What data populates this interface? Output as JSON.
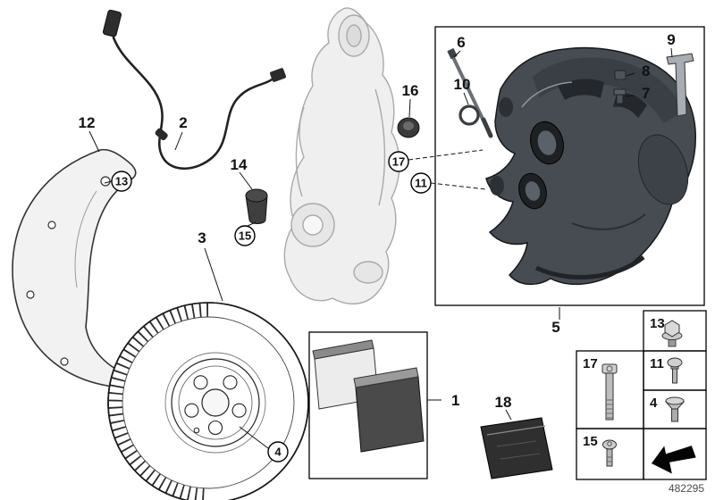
{
  "figure": {
    "doc_number": "482295"
  },
  "callouts": {
    "pads": "1",
    "wear_sensor": "2",
    "brake_disc": "3",
    "set_screw": "4",
    "caliper": "5",
    "guide_pin": "6",
    "bleeder_screw": "7",
    "bleeder_cap": "8",
    "retaining_clip": "9",
    "seal_ring": "10",
    "mounting_bolt": "11",
    "dust_shield": "12",
    "shield_bolt": "13",
    "guide_boot": "14",
    "boot_screw": "15",
    "cover_cap": "16",
    "guide_screw": "17",
    "grease_pack": "18"
  }
}
